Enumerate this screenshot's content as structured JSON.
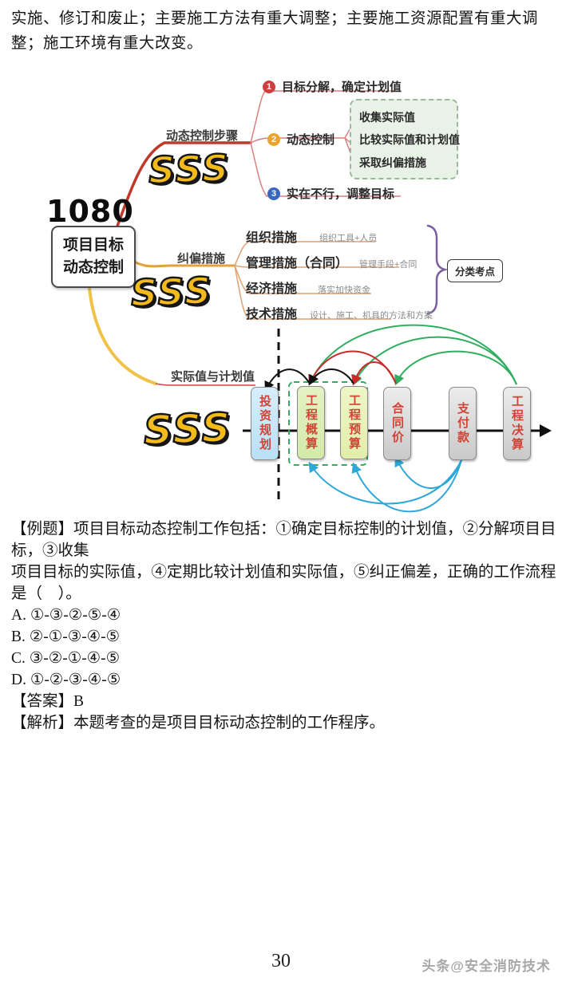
{
  "page": {
    "intro": "实施、修订和废止；主要施工方法有重大调整；主要施工资源配置有重大调整；施工环境有重大改变。",
    "page_number": "30",
    "watermark": "头条@安全消防技术"
  },
  "colors": {
    "branch_red": "#c0392b",
    "branch_orange": "#e2a23c",
    "branch_yellow": "#f0c348",
    "arc_green": "#2fae5f",
    "arc_red": "#c92a2a",
    "arc_blue": "#2da8d8",
    "brace_purple": "#7a5fa0",
    "logo_yellow": "#f3ba1c",
    "box_text_red": "#cf4436"
  },
  "mindmap": {
    "code": "1080",
    "root_line1": "项目目标",
    "root_line2": "动态控制",
    "logo": "SSS",
    "steps": {
      "label": "动态控制步骤",
      "items": [
        {
          "num": "1",
          "text": "目标分解，确定计划值"
        },
        {
          "num": "2",
          "text": "动态控制"
        },
        {
          "num": "3",
          "text": "实在不行，调整目标"
        }
      ],
      "detail_items": [
        "收集实际值",
        "比较实际值和计划值",
        "采取纠偏措施"
      ]
    },
    "measures": {
      "label": "纠偏措施",
      "items": [
        {
          "name": "组织措施",
          "note": "组织工具+人员"
        },
        {
          "name": "管理措施（合同）",
          "note": "管理手段+合同"
        },
        {
          "name": "经济措施",
          "note": "落实加快资金"
        },
        {
          "name": "技术措施",
          "note": "设计、施工、机具的方法和方案"
        }
      ],
      "tag": "分类考点"
    },
    "values": {
      "label": "实际值与计划值",
      "timeline": [
        "投资规划",
        "工程概算",
        "工程预算",
        "合同价",
        "支付款",
        "工程决算"
      ]
    }
  },
  "question": {
    "stem_line1": "【例题】项目目标动态控制工作包括：①确定目标控制的计划值，②分解项目目标，③收集",
    "stem_line2": "项目目标的实际值，④定期比较计划值和实际值，⑤纠正偏差，正确的工作流程是（　）。",
    "options": [
      "A. ①-③-②-⑤-④",
      "B. ②-①-③-④-⑤",
      "C. ③-②-①-④-⑤",
      "D. ①-②-③-④-⑤"
    ],
    "answer": "【答案】B",
    "analysis": "【解析】本题考查的是项目目标动态控制的工作程序。"
  }
}
